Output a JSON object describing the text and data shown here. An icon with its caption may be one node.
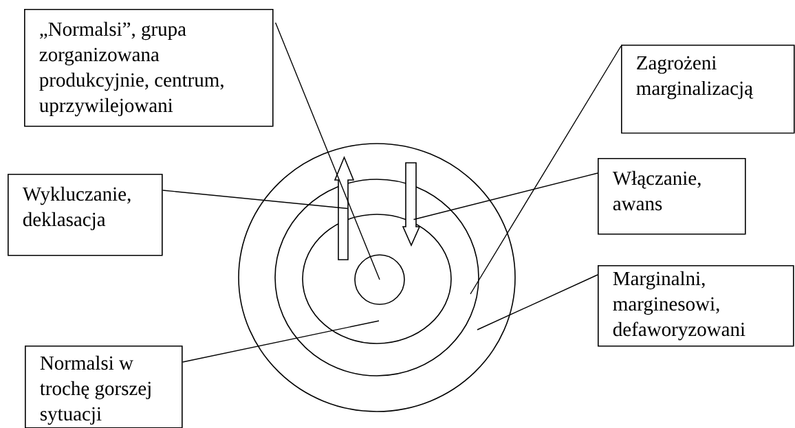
{
  "diagram": {
    "nodes": [
      {
        "text": [
          "„Normalsi”, grupa zorganizowana produkcyjnie, centrum, uprzywilejowani"
        ]
      },
      {
        "text": [
          "Zagrożeni marginalizacją"
        ]
      },
      {
        "text": [
          "Wykluczanie, deklasacja"
        ]
      },
      {
        "text": [
          "Włączanie, awans"
        ]
      },
      {
        "text": [
          "Marginalni, marginesowi, defaworyzowani"
        ]
      },
      {
        "text": [
          "Normalsi w trochę gorszej sytuacji"
        ]
      },
      {
        "text": [],
        "shape": "ellipse"
      },
      {
        "text": [],
        "shape": "ellipse",
        "in": 6
      },
      {
        "text": [],
        "shape": "ellipse",
        "in": 7
      },
      {
        "text": [],
        "shape": "circle",
        "in": 8
      },
      {
        "text": [],
        "shape": "arrow",
        "in": 6
      },
      {
        "text": [],
        "shape": "arrow",
        "in": 6
      }
    ],
    "edges": [
      {
        "from": 0,
        "to": 9,
        "arrow": "none"
      },
      {
        "from": 1,
        "to": 7,
        "arrow": "none"
      },
      {
        "from": 2,
        "to": 10,
        "arrow": "none"
      },
      {
        "from": 3,
        "to": 11,
        "arrow": "none"
      },
      {
        "from": 4,
        "to": 6,
        "arrow": "none"
      },
      {
        "from": 5,
        "to": 8,
        "arrow": "none"
      }
    ]
  }
}
